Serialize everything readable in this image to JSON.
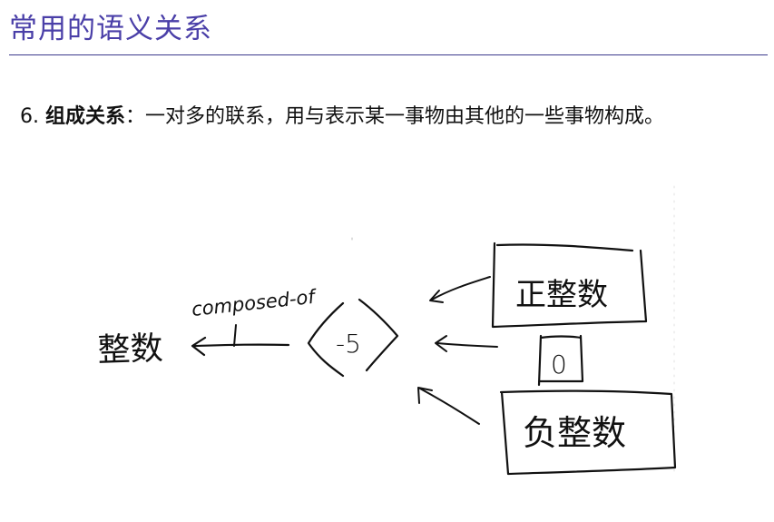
{
  "slide": {
    "title": "常用的语义关系",
    "number": "6.",
    "term": "组成关系",
    "description": "：一对多的联系，用与表示某一事物由其他的一些事物构成。"
  },
  "diagram": {
    "whole": "整数",
    "relation": "composed-of",
    "center": "-5",
    "parts": [
      "正整数",
      "0",
      "负整数"
    ]
  },
  "colors": {
    "title": "#4a3fa8",
    "rule": "#3d3a8c",
    "ink": "#111111"
  }
}
